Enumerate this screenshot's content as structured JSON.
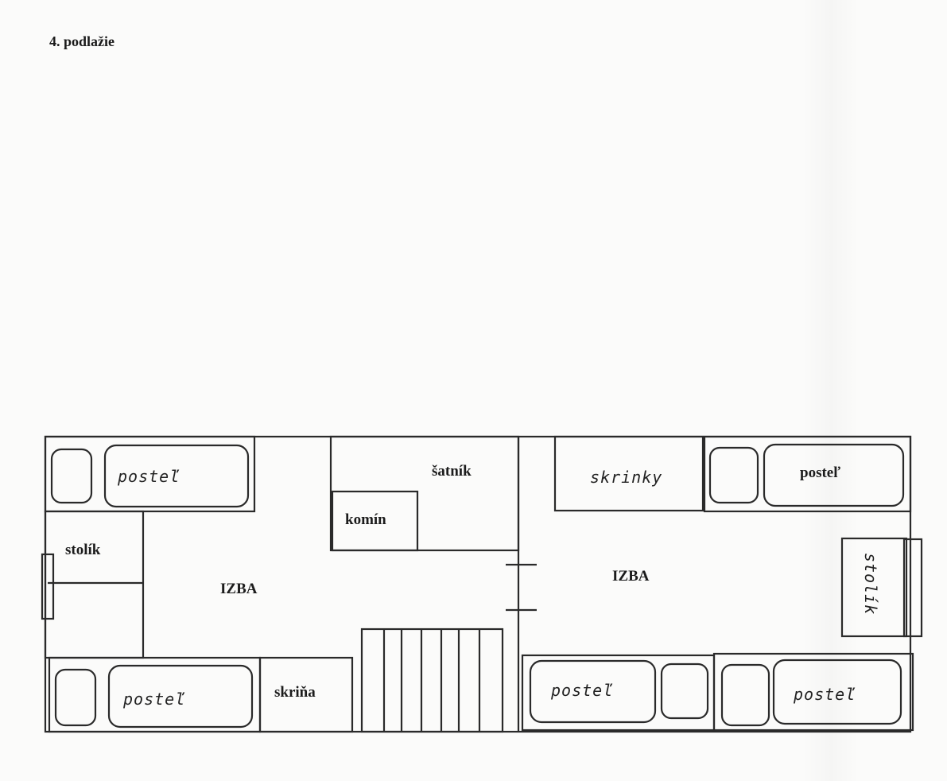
{
  "title": "4. podlažie",
  "rooms": {
    "left": {
      "label": "IZBA",
      "bed_top": "posteľ",
      "bed_bottom": "posteľ",
      "table": "stolík",
      "wardrobe": "skriňa"
    },
    "middle": {
      "closet": "šatník",
      "chimney": "komín"
    },
    "right": {
      "label": "IZBA",
      "cabinets": "skrinky",
      "bed_top": "posteľ",
      "table": "stolík",
      "bed_bottom_left": "posteľ",
      "bed_bottom_right": "posteľ"
    }
  }
}
